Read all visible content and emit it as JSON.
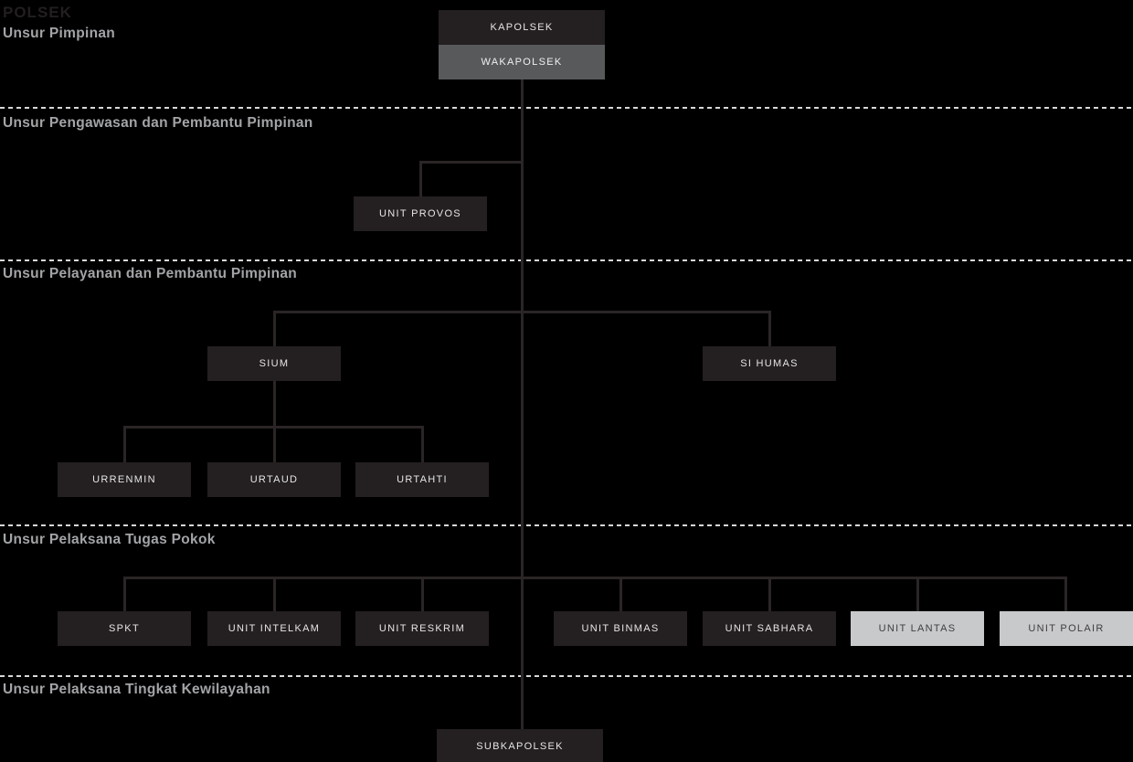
{
  "header": {
    "title": "POLSEK"
  },
  "sections": {
    "pimpinan": {
      "label": "Unsur Pimpinan"
    },
    "pengawasan": {
      "label": "Unsur Pengawasan dan Pembantu Pimpinan"
    },
    "pelayanan": {
      "label": "Unsur Pelayanan dan Pembantu Pimpinan"
    },
    "pelaksana_pokok": {
      "label": "Unsur Pelaksana Tugas Pokok"
    },
    "kewilayahan": {
      "label": "Unsur Pelaksana Tingkat Kewilayahan"
    }
  },
  "nodes": {
    "kapolsek": {
      "label": "KAPOLSEK",
      "variant": "dark"
    },
    "wakapolsek": {
      "label": "WAKAPOLSEK",
      "variant": "mid-gray"
    },
    "unit_provos": {
      "label": "UNIT PROVOS",
      "variant": "dark"
    },
    "sium": {
      "label": "SIUM",
      "variant": "dark"
    },
    "si_humas": {
      "label": "SI HUMAS",
      "variant": "dark"
    },
    "urrenmin": {
      "label": "URRENMIN",
      "variant": "dark"
    },
    "urtaud": {
      "label": "URTAUD",
      "variant": "dark"
    },
    "urtahti": {
      "label": "URTAHTI",
      "variant": "dark"
    },
    "spkt": {
      "label": "SPKT",
      "variant": "dark"
    },
    "unit_intelkam": {
      "label": "UNIT INTELKAM",
      "variant": "dark"
    },
    "unit_reskrim": {
      "label": "UNIT RESKRIM",
      "variant": "dark"
    },
    "unit_binmas": {
      "label": "UNIT BINMAS",
      "variant": "dark"
    },
    "unit_sabhara": {
      "label": "UNIT SABHARA",
      "variant": "dark"
    },
    "unit_lantas": {
      "label": "UNIT LANTAS",
      "variant": "light-gray"
    },
    "unit_polair": {
      "label": "UNIT POLAIR",
      "variant": "light-gray"
    },
    "subkapolsek": {
      "label": "SUBKAPOLSEK",
      "variant": "dark"
    }
  },
  "colors": {
    "background": "#000000",
    "node_dark": "#241f20",
    "node_mid_gray": "#58595b",
    "node_light_gray": "#c8c9ca",
    "node_text_light": "#e5e6e7",
    "node_text_dark": "#3f3e40",
    "section_label": "#a2a4a7",
    "page_title": "#231f20",
    "connector_line": "#2b2525",
    "divider_dash": "#d8d8d8"
  }
}
